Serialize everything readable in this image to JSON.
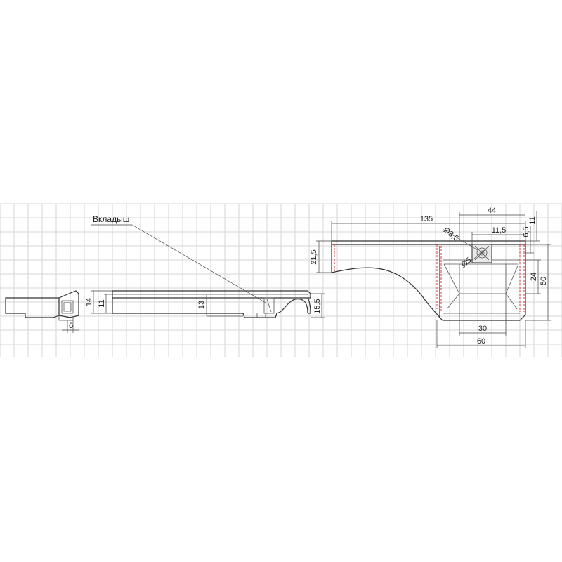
{
  "callout": {
    "insert_label": "Вкладыш"
  },
  "dimensions": {
    "side": {
      "d6": "6",
      "d14": "14",
      "d11": "11",
      "d13": "13",
      "d15_5": "15,5"
    },
    "top": {
      "d135": "135",
      "d44": "44",
      "d11_5": "11,5",
      "d11": "11",
      "d6_5": "6,5",
      "d21_5": "21,5",
      "d24": "24",
      "d50": "50",
      "d30": "30",
      "d60": "60",
      "dia3_5": "Ø3,5",
      "dia5": "Ø5"
    }
  },
  "colors": {
    "grid": "#d6d6d6",
    "line": "#333333",
    "hidden": "#d23a3a"
  }
}
